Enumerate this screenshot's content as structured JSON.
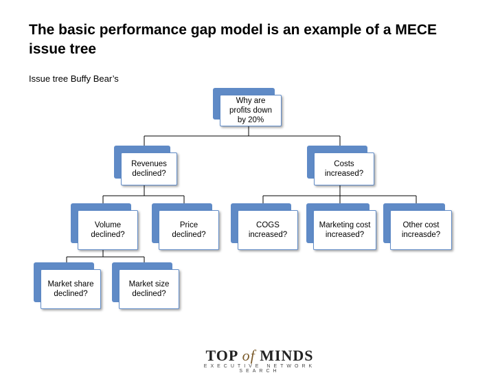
{
  "title": "The basic performance gap model is an example of a MECE issue tree",
  "subtitle": "Issue tree Buffy Bear’s",
  "tree": {
    "root": "Why are\nprofits down\nby 20%",
    "revenues": "Revenues\ndeclined?",
    "costs": "Costs\nincreased?",
    "volume": "Volume\ndeclined?",
    "price": "Price\ndeclined?",
    "cogs": "COGS\nincreased?",
    "marketing_cost": "Marketing cost\nincreased?",
    "other_cost": "Other cost\nincreasde?",
    "market_share": "Market share\ndeclined?",
    "market_size": "Market size\ndeclined?"
  },
  "logo": {
    "top": "TOP",
    "of": "of",
    "minds": "MINDS",
    "tagline": "EXECUTIVE NETWORK SEARCH"
  },
  "colors": {
    "node_fill": "#5f8ac6",
    "connector": "#000000"
  }
}
